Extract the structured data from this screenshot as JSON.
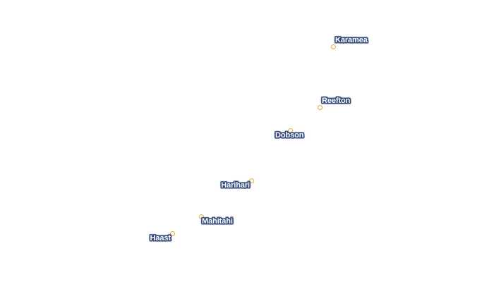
{
  "map": {
    "places": [
      {
        "id": "karamea",
        "name": "Karamea"
      },
      {
        "id": "reefton",
        "name": "Reefton"
      },
      {
        "id": "dobson",
        "name": "Dobson"
      },
      {
        "id": "harihari",
        "name": "Harihari"
      },
      {
        "id": "mahitahi",
        "name": "Mahitahi"
      },
      {
        "id": "haast",
        "name": "Haast"
      }
    ]
  },
  "colors": {
    "label_fill": "#ffffff",
    "label_halo": "#32497a",
    "marker_stroke": "#e3ad3c",
    "background": "#ffffff"
  },
  "icons": {
    "marker": "town-marker-icon"
  }
}
